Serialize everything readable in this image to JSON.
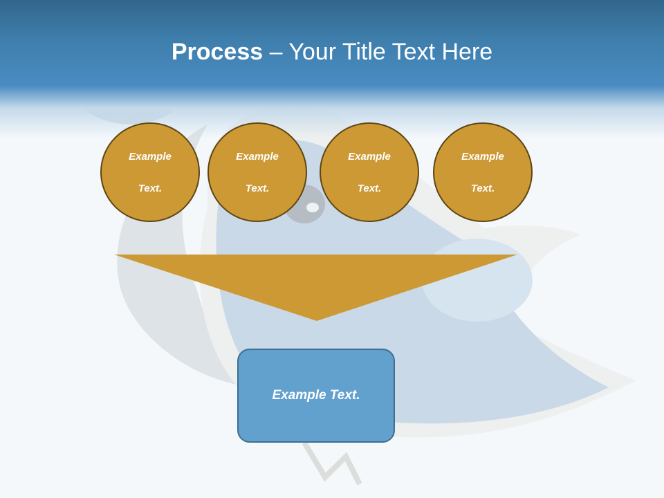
{
  "slide": {
    "title_bold": "Process",
    "title_separator": " – ",
    "title_rest": "Your Title Text Here",
    "steps": [
      {
        "line1": "Example",
        "line2": "Text."
      },
      {
        "line1": "Example",
        "line2": "Text."
      },
      {
        "line1": "Example",
        "line2": "Text."
      },
      {
        "line1": "Example",
        "line2": "Text."
      }
    ],
    "result": "Example Text."
  },
  "colors": {
    "header_blue": "#4a8cc2",
    "step_fill": "#cc9935",
    "step_border": "#5e4514",
    "funnel_fill": "#cc9935",
    "result_fill": "#62a0cd",
    "result_border": "#3d6e93"
  },
  "background_icon": "faded-bird-icon"
}
